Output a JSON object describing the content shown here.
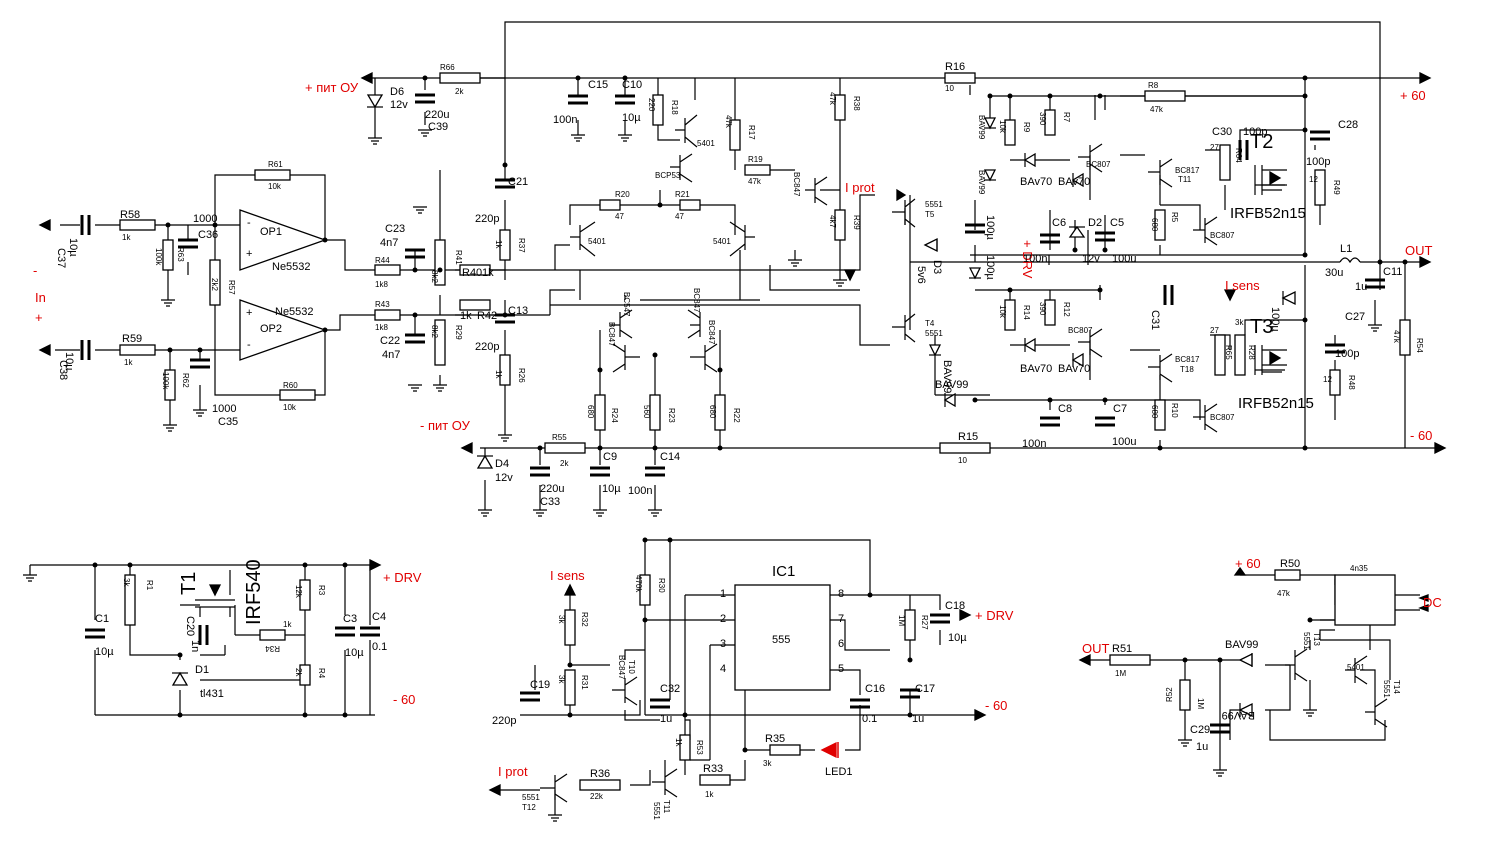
{
  "nets": {
    "pit_ou_plus": "+ пит ОУ",
    "pit_ou_minus": "- пит ОУ",
    "plus60_top": "+ 60",
    "minus60_right": "- 60",
    "out_right": "OUT",
    "in_label": "In",
    "in_minus": "-",
    "in_plus": "+",
    "i_prot_top": "I prot",
    "plus_drv_mid": "+ DRV",
    "i_sens_top": "I sens",
    "plus_drv_bl": "+ DRV",
    "minus60_bl": "- 60",
    "i_sens_555": "I sens",
    "plus_drv_555": "+ DRV",
    "minus60_555": "- 60",
    "i_prot_555": "I prot",
    "plus60_dc": "+ 60",
    "out_dc": "OUT",
    "dc_label": "DC"
  },
  "parts": {
    "op1": "OP1",
    "op2": "OP2",
    "ne1": "Ne5532",
    "ne2": "Ne5532",
    "r58": "R58",
    "r58v": "1k",
    "c37": "C37",
    "c37v": "10µ",
    "r63": "R63",
    "r63v": "100k",
    "c36": "C36",
    "c36v": "1000",
    "r57": "R57",
    "r57v": "2k2",
    "r61": "R61",
    "r61v": "10k",
    "r59": "R59",
    "r59v": "1k",
    "c38": "C38",
    "c38v": "10µ",
    "r62": "R62",
    "r62v": "100k",
    "c35": "C35",
    "c35v": "1000",
    "r60": "R60",
    "r60v": "10k",
    "r44": "R44",
    "r44v": "1k8",
    "r43": "R43",
    "r43v": "1k8",
    "c23": "C23",
    "c23v": "4n7",
    "c22": "C22",
    "c22v": "4n7",
    "r41": "R41",
    "r41v": "8k2",
    "r29": "R29",
    "r29v": "8k2",
    "r40": "R40",
    "r40v": "1k",
    "r42": "R42",
    "r42v": "1k",
    "c21": "C21",
    "c21v": "220p",
    "c13": "C13",
    "c13v": "220p",
    "r37": "R37",
    "r37v": "1k",
    "r26": "R26",
    "r26v": "1k",
    "d6": "D6",
    "d6v": "12v",
    "c39": "C39",
    "c39v": "220u",
    "r66": "R66",
    "r66v": "2k",
    "d4": "D4",
    "d4v": "12v",
    "c33": "C33",
    "c33v": "220u",
    "r55": "R55",
    "r55v": "2k",
    "c9": "C9",
    "c9v": "10µ",
    "c14": "C14",
    "c14v": "100n",
    "c15": "C15",
    "c15v": "100n",
    "c10": "C10",
    "c10v": "10µ",
    "r18": "R18",
    "r18v": "220",
    "r17": "R17",
    "r17v": "47k",
    "t5401a": "5401",
    "bcp53": "BCP53",
    "r19": "R19",
    "r19v": "47k",
    "bc847a": "BC847",
    "r38": "R38",
    "r38v": "47k",
    "r39": "R39",
    "r39v": "4k7",
    "r20": "R20",
    "r20v": "47",
    "r21": "R21",
    "r21v": "47",
    "q5401l": "5401",
    "q5401r": "5401",
    "bc547a": "BC547",
    "bc847b": "BC847",
    "bc847c": "BC847",
    "bc847d": "BC847",
    "r24": "R24",
    "r24v": "680",
    "r23": "R23",
    "r23v": "560",
    "r22": "R22",
    "r22v": "680",
    "r16": "R16",
    "r16v": "10",
    "r15": "R15",
    "r15v": "10",
    "r8": "R8",
    "r8v": "47k",
    "r9": "R9",
    "r9v": "10k",
    "r7": "R7",
    "r7v": "390",
    "bav99a": "BAV99",
    "bav99b": "BAV99",
    "bav70a": "BAv70",
    "bav70b": "BAv70",
    "bc807a": "BC807",
    "bc817a": "BC817",
    "t11": "T11",
    "c30": "C30",
    "c30v": "100p",
    "r64": "R64",
    "r64v": "27",
    "t2": "T2",
    "irfb1": "IRFB52n15",
    "c28": "C28",
    "c28v": "100p",
    "r49": "R49",
    "r49v": "12",
    "r5": "R5",
    "r5v": "680",
    "bc807b": "BC807",
    "c6": "C6",
    "c6v": "100n",
    "d2": "D2",
    "d2v": "12v",
    "c5": "C5",
    "c5v": "100u",
    "t5": "T5",
    "t5v": "5551",
    "d3": "D3",
    "d3v": "5v6",
    "c100a": "100µ",
    "c100b": "100µ",
    "l1": "L1",
    "l1v": "30u",
    "c11": "C11",
    "c11v": "1u",
    "r54": "R54",
    "r54v": "47k",
    "c31": "C31",
    "r14": "R14",
    "r14v": "10k",
    "r12": "R12",
    "r12v": "390",
    "bav70c": "BAv70",
    "bav70d": "BAv70",
    "bc807c": "BC807",
    "t4": "T4",
    "t4v": "5551",
    "bav99c": "BAV99",
    "bav99d": "BAV99",
    "bc817b": "BC817",
    "t18": "T18",
    "r65": "R65",
    "r65v": "27",
    "r28": "R28",
    "r28v": "3k",
    "t3": "T3",
    "irfb2": "IRFB52n15",
    "c27": "C27",
    "c27v": "100p",
    "r48": "R48",
    "r48v": "12",
    "c8": "C8",
    "c8v": "100n",
    "c7": "C7",
    "c7v": "100u",
    "r10": "R10",
    "r10v": "680",
    "bc807d": "BC807",
    "c100c": "100µ",
    "c1": "C1",
    "c1v": "10µ",
    "r1": "R1",
    "r1v": "3k",
    "t1": "T1",
    "irf540": "IRF540",
    "c20": "C20",
    "c20v": "1n",
    "d1": "D1",
    "d1v": "tl431",
    "r34": "R34",
    "r34v": "1k",
    "r3": "R3",
    "r3v": "12k",
    "r4": "R4",
    "r4v": "2k",
    "c3": "C3",
    "c3v": "10µ",
    "c4": "C4",
    "c4v": "0.1",
    "ic1": "IC1",
    "ic555": "555",
    "p1": "1",
    "p2": "2",
    "p3": "3",
    "p4": "4",
    "p5": "5",
    "p6": "6",
    "p7": "7",
    "p8": "8",
    "r30": "R30",
    "r30v": "470k",
    "r32": "R32",
    "r32v": "3k",
    "r31": "R31",
    "r31v": "3k",
    "c19": "C19",
    "c19v": "220p",
    "t10": "T10",
    "bc847e": "BC847",
    "c32": "C32",
    "c32v": "1u",
    "r27": "R27",
    "r27v": "1M",
    "c18": "C18",
    "c18v": "10µ",
    "c16": "C16",
    "c16v": "0.1",
    "c17": "C17",
    "c17v": "1u",
    "r53": "R53",
    "r53v": "1k",
    "r35": "R35",
    "r35v": "3k",
    "led1": "LED1",
    "r36": "R36",
    "r36v": "22k",
    "t12": "T12",
    "t12v": "5551",
    "t11b": "T11",
    "t11bv": "5551",
    "r33": "R33",
    "r33v": "1k",
    "r50": "R50",
    "r50v": "47k",
    "u4n35": "4n35",
    "r51": "R51",
    "r51v": "1M",
    "r52": "R52",
    "r52v": "1M",
    "bav99e": "BAV99",
    "bav99f": "BAV99",
    "c29": "C29",
    "c29v": "1u",
    "t13": "T13",
    "t13v": "5551",
    "q5401dc": "5401",
    "t14": "T14",
    "t14v": "5551"
  }
}
